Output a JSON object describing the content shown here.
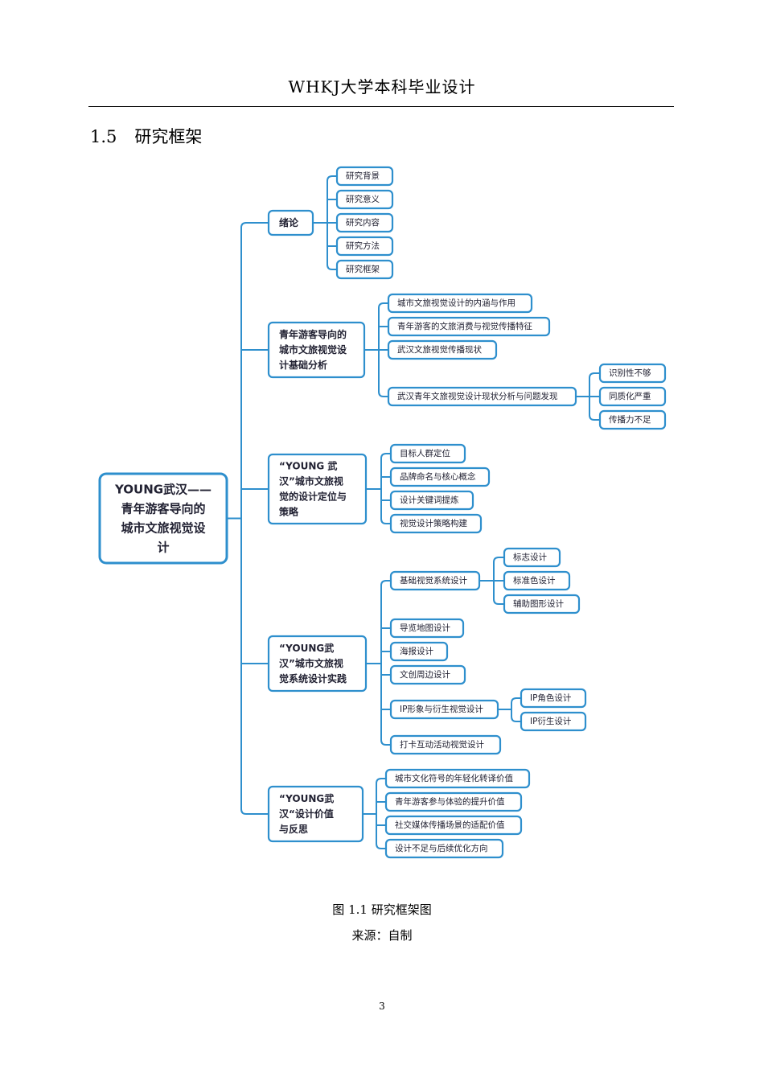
{
  "header": {
    "title": "WHKJ大学本科毕业设计"
  },
  "section": {
    "number": "1.5",
    "title": "研究框架"
  },
  "diagram": {
    "root": [
      "YOUNG武汉——",
      "青年游客导向的",
      "城市文旅视觉设",
      "计"
    ],
    "branches": [
      {
        "lines": [
          "绪论"
        ],
        "children": [
          {
            "label": "研究背景"
          },
          {
            "label": "研究意义"
          },
          {
            "label": "研究内容"
          },
          {
            "label": "研究方法"
          },
          {
            "label": "研究框架"
          }
        ]
      },
      {
        "lines": [
          "青年游客导向的",
          "城市文旅视觉设",
          "计基础分析"
        ],
        "children": [
          {
            "label": "城市文旅视觉设计的内涵与作用"
          },
          {
            "label": "青年游客的文旅消费与视觉传播特征"
          },
          {
            "label": "武汉文旅视觉传播现状"
          },
          {
            "label": "武汉青年文旅视觉设计现状分析与问题发现",
            "children": [
              {
                "label": "识别性不够"
              },
              {
                "label": "同质化严重"
              },
              {
                "label": "传播力不足"
              }
            ]
          }
        ]
      },
      {
        "lines": [
          "“YOUNG 武",
          "汉”城市文旅视",
          "觉的设计定位与",
          "策略"
        ],
        "children": [
          {
            "label": "目标人群定位"
          },
          {
            "label": "品牌命名与核心概念"
          },
          {
            "label": "设计关键词提炼"
          },
          {
            "label": "视觉设计策略构建"
          }
        ]
      },
      {
        "lines": [
          "“YOUNG武",
          "汉”城市文旅视",
          "觉系统设计实践"
        ],
        "children": [
          {
            "label": "基础视觉系统设计",
            "children": [
              {
                "label": "标志设计"
              },
              {
                "label": "标准色设计"
              },
              {
                "label": "辅助图形设计"
              }
            ]
          },
          {
            "label": "导览地图设计"
          },
          {
            "label": "海报设计"
          },
          {
            "label": "文创周边设计"
          },
          {
            "label": "IP形象与衍生视觉设计",
            "children": [
              {
                "label": "IP角色设计"
              },
              {
                "label": "IP衍生设计"
              }
            ]
          },
          {
            "label": "打卡互动活动视觉设计"
          }
        ]
      },
      {
        "lines": [
          "“YOUNG武",
          "汉“设计价值",
          "与反思"
        ],
        "children": [
          {
            "label": "城市文化符号的年轻化转译价值"
          },
          {
            "label": "青年游客参与体验的提升价值"
          },
          {
            "label": "社交媒体传播场景的适配价值"
          },
          {
            "label": "设计不足与后续优化方向"
          }
        ]
      }
    ],
    "accent_color": "#2e8fcd"
  },
  "figure": {
    "caption": "图 1.1 研究框架图",
    "source": "来源：自制"
  },
  "page_number": "3"
}
